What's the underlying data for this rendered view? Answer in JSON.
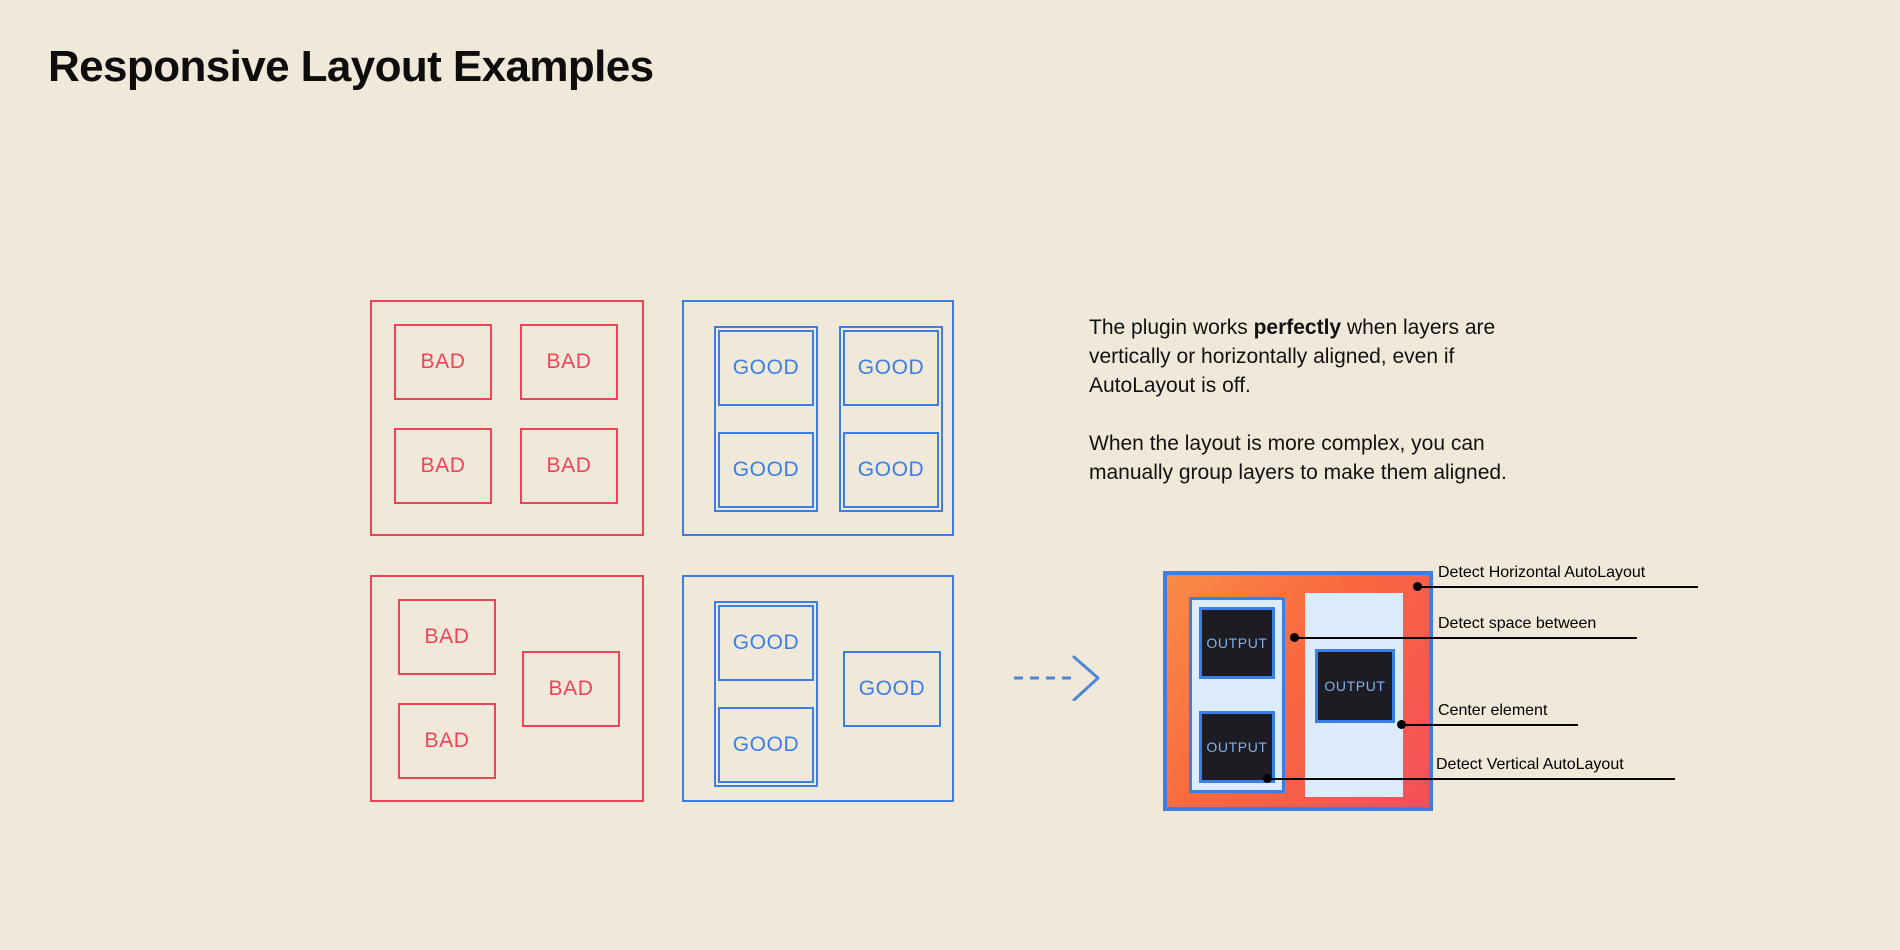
{
  "page": {
    "title": "Responsive Layout Examples",
    "background_color": "#f0e9da",
    "bad_color": "#ef4457",
    "good_color": "#3b7ee5",
    "text_color": "#111111"
  },
  "examples": {
    "top_bad": {
      "kind": "bad",
      "cells": [
        {
          "label": "BAD"
        },
        {
          "label": "BAD"
        },
        {
          "label": "BAD"
        },
        {
          "label": "BAD"
        }
      ]
    },
    "top_good": {
      "kind": "good",
      "cells": [
        {
          "label": "GOOD"
        },
        {
          "label": "GOOD"
        },
        {
          "label": "GOOD"
        },
        {
          "label": "GOOD"
        }
      ]
    },
    "bottom_bad": {
      "kind": "bad",
      "cells": [
        {
          "label": "BAD"
        },
        {
          "label": "BAD"
        },
        {
          "label": "BAD"
        }
      ]
    },
    "bottom_good": {
      "kind": "good",
      "cells": [
        {
          "label": "GOOD"
        },
        {
          "label": "GOOD"
        },
        {
          "label": "GOOD"
        }
      ]
    }
  },
  "copy": {
    "paragraph1_part1": "The plugin works ",
    "paragraph1_bold": "perfectly",
    "paragraph1_part2": " when layers are vertically or horizontally aligned, even if AutoLayout is off.",
    "paragraph2": "When the layout is more complex, you can manually group layers to make them aligned."
  },
  "arrow": {
    "icon": "dashed-arrow-right-icon",
    "color": "#4f86d8"
  },
  "showcase": {
    "gradient_from": "#f98b46",
    "gradient_to": "#f4505a",
    "border_color": "#3b7ee5",
    "inner_fill": "#dcebf9",
    "output_boxes": [
      {
        "label": "OUTPUT"
      },
      {
        "label": "OUTPUT"
      },
      {
        "label": "OUTPUT"
      }
    ],
    "callouts": [
      {
        "label": "Detect Horizontal AutoLayout"
      },
      {
        "label": "Detect space between"
      },
      {
        "label": "Center element"
      },
      {
        "label": "Detect Vertical AutoLayout"
      }
    ]
  }
}
